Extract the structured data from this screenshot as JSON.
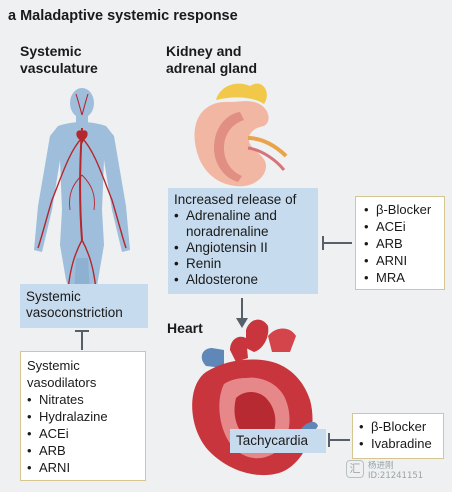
{
  "panel": {
    "letter": "a",
    "title": "Maladaptive systemic response"
  },
  "headings": {
    "vasculature": [
      "Systemic",
      "vasculature"
    ],
    "kidney": [
      "Kidney and",
      "adrenal gland"
    ],
    "heart": "Heart"
  },
  "vasoconstriction_box": [
    "Systemic",
    "vasoconstriction"
  ],
  "release_box": {
    "title": "Increased release of",
    "items": [
      "Adrenaline and",
      "noradrenaline",
      "Angiotensin II",
      "Renin",
      "Aldosterone"
    ]
  },
  "tachycardia_box": "Tachycardia",
  "vasodilator_drugs": {
    "title": [
      "Systemic",
      "vasodilators"
    ],
    "items": [
      "Nitrates",
      "Hydralazine",
      "ACEi",
      "ARB",
      "ARNI"
    ]
  },
  "neurohormonal_drugs": {
    "items": [
      "β-Blocker",
      "ACEi",
      "ARB",
      "ARNI",
      "MRA"
    ]
  },
  "heart_rate_drugs": {
    "items": [
      "β-Blocker",
      "Ivabradine"
    ]
  },
  "watermark": {
    "glyph": "汇",
    "line1": "杨进刚",
    "line2": "ID:21241151"
  },
  "colors": {
    "background": "#eef0f1",
    "box_blue": "#c7dbee",
    "box_border_tan": "#d7c590",
    "body_blue": "#9fbedb",
    "vessel_red": "#b3272d",
    "kidney_pink": "#f1b7a3",
    "adrenal_yellow": "#f2c84b",
    "heart_red": "#c8353c",
    "inhibition_gray": "#55606a"
  }
}
